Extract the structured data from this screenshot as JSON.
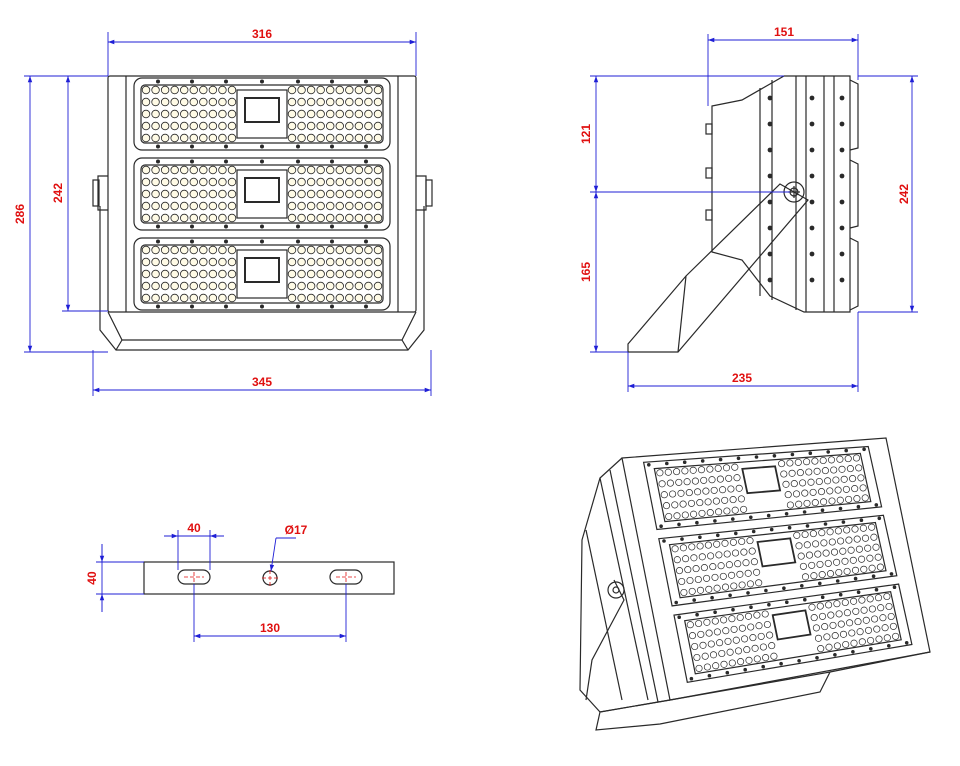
{
  "colors": {
    "dimension_line": "#1f1fd6",
    "dimension_text": "#e01010",
    "outline": "#2a2a2a",
    "led_fill": "#fffbe6",
    "lens_fill": "#ffffff",
    "background": "#ffffff"
  },
  "front_view": {
    "width_top": "316",
    "width_bottom": "345",
    "height_total": "286",
    "height_body": "242"
  },
  "side_view": {
    "depth_top": "151",
    "upper_height": "121",
    "lower_height": "165",
    "body_height": "242",
    "base_length": "235"
  },
  "bracket_view": {
    "slot_width": "40",
    "hole_diameter": "Ø17",
    "bracket_height": "40",
    "slot_spacing": "130"
  }
}
